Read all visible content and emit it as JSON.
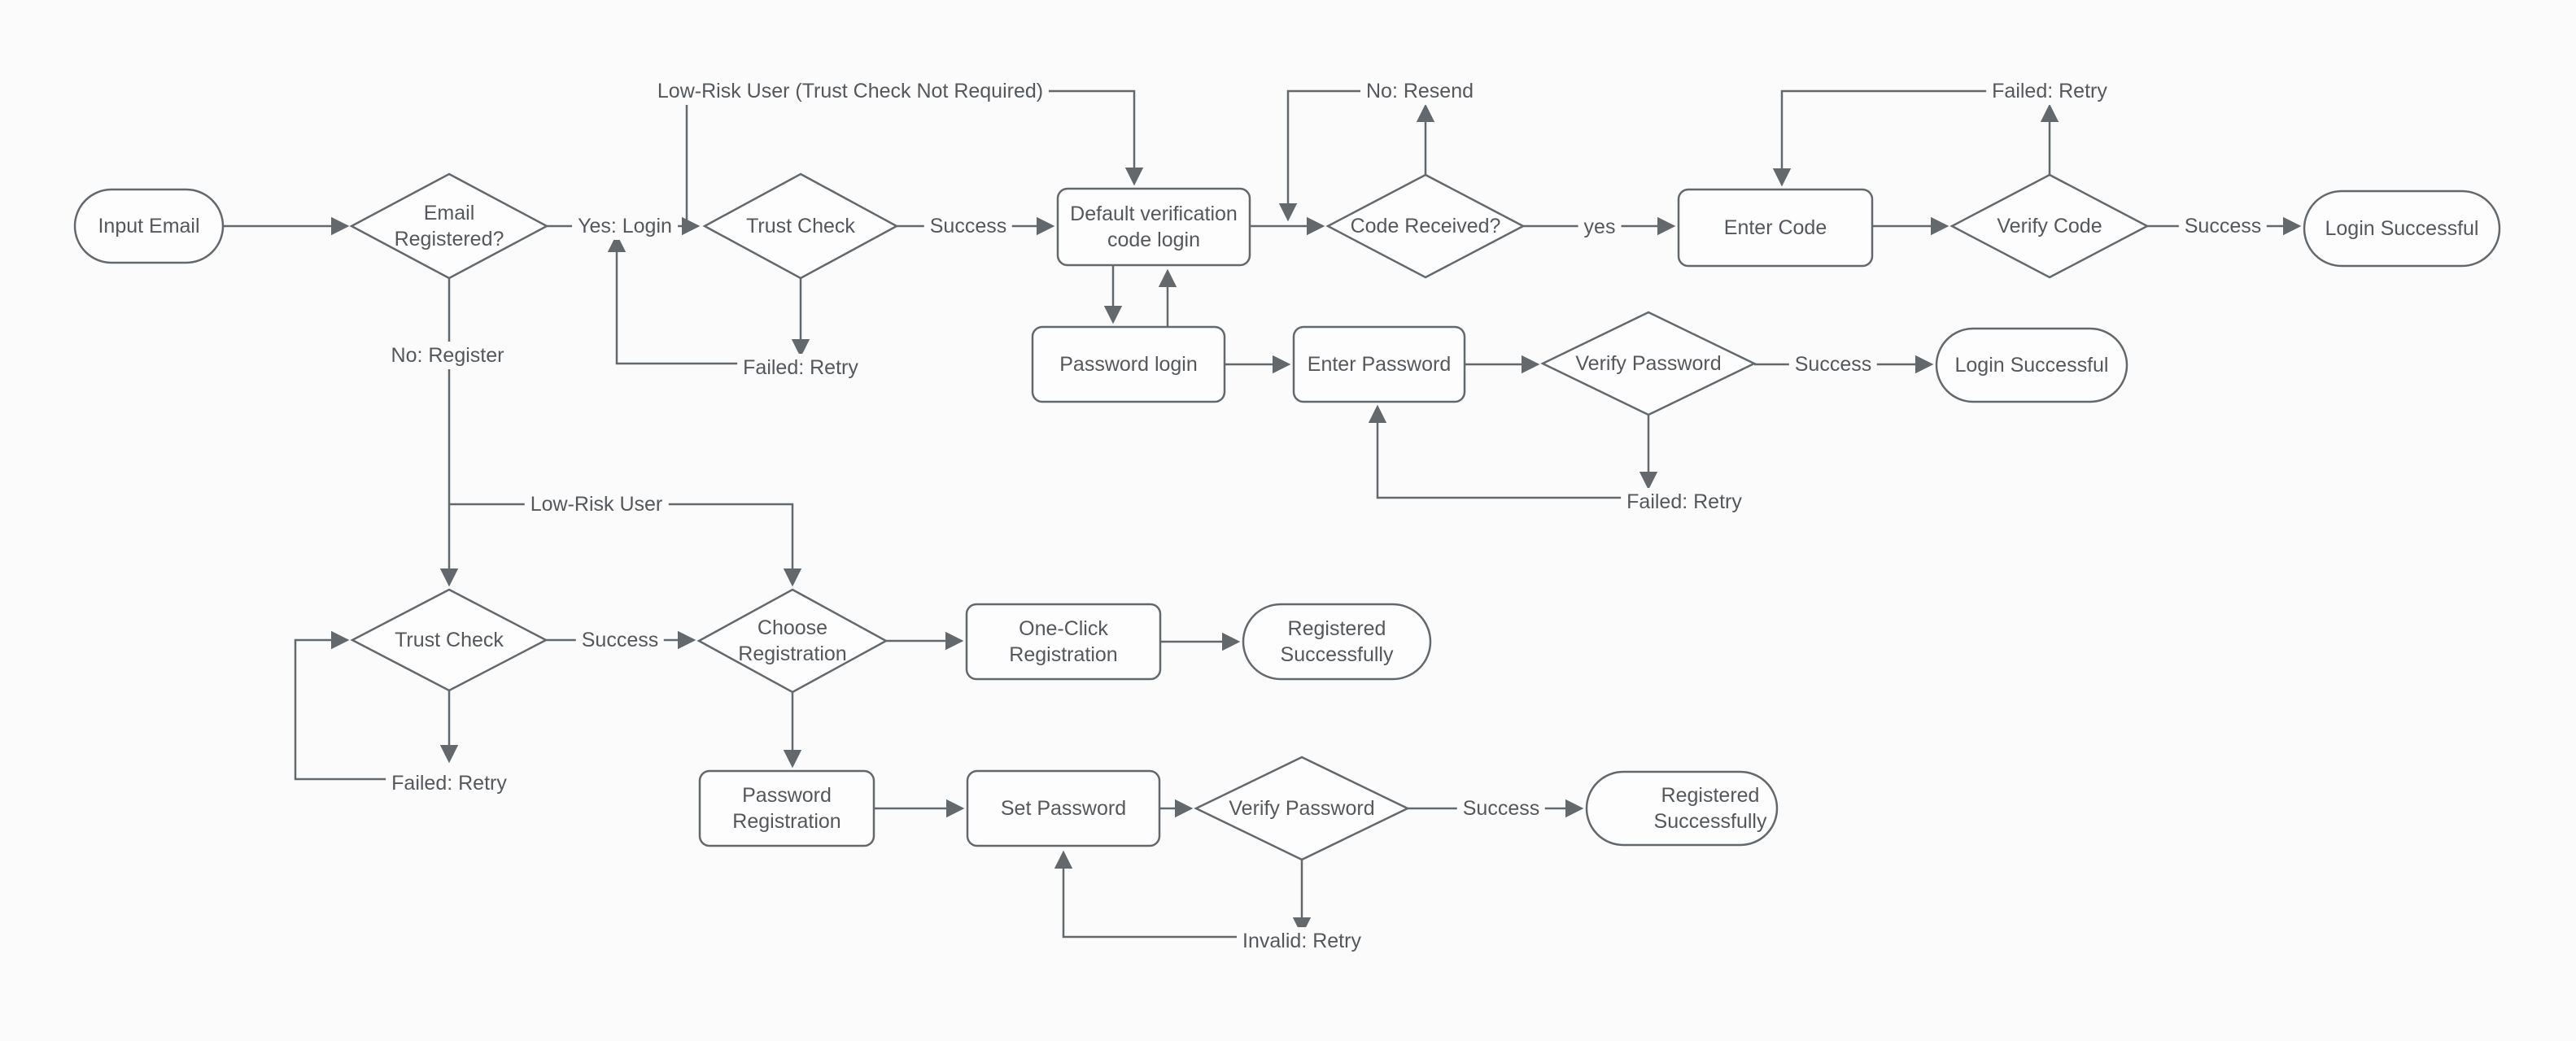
{
  "flowchart": {
    "colors": {
      "stroke": "#63686d",
      "text": "#54585c",
      "bg": "#fbfbfb",
      "fill": "#fdfdfd"
    },
    "nodes": {
      "input_email": {
        "label": "Input Email",
        "type": "terminal"
      },
      "email_registered": {
        "label": "Email Registered?",
        "type": "decision"
      },
      "trust_check_login": {
        "label": "Trust Check",
        "type": "decision"
      },
      "default_verification": {
        "label": "Default verification code login",
        "type": "process"
      },
      "code_received": {
        "label": "Code Received?",
        "type": "decision"
      },
      "enter_code": {
        "label": "Enter Code",
        "type": "process"
      },
      "verify_code": {
        "label": "Verify Code",
        "type": "decision"
      },
      "login_successful_code": {
        "label": "Login Successful",
        "type": "terminal"
      },
      "password_login": {
        "label": "Password login",
        "type": "process"
      },
      "enter_password": {
        "label": "Enter Password",
        "type": "process"
      },
      "verify_password_login": {
        "label": "Verify Password",
        "type": "decision"
      },
      "login_successful_password": {
        "label": "Login Successful",
        "type": "terminal"
      },
      "trust_check_reg": {
        "label": "Trust Check",
        "type": "decision"
      },
      "choose_registration": {
        "label": "Choose Registration",
        "type": "decision"
      },
      "one_click_registration": {
        "label": "One-Click Registration",
        "type": "process"
      },
      "registered_successfully_oneclick": {
        "label": "Registered Successfully",
        "type": "terminal"
      },
      "password_registration": {
        "label": "Password Registration",
        "type": "process"
      },
      "set_password": {
        "label": "Set Password",
        "type": "process"
      },
      "verify_password_reg": {
        "label": "Verify Password",
        "type": "decision"
      },
      "registered_successfully_password": {
        "label": "Registered Successfully",
        "type": "terminal"
      }
    },
    "edge_labels": {
      "yes_login": "Yes: Login",
      "no_register": "No: Register",
      "success_trust_login": "Success",
      "low_risk_full": "Low-Risk User (Trust Check Not Required)",
      "no_resend": "No: Resend",
      "yes_lower": "yes",
      "failed_retry_verify_code": "Failed: Retry",
      "success_verify_code": "Success",
      "failed_retry_trust_login": "Failed: Retry",
      "success_verify_password_login": "Success",
      "failed_retry_verify_password": "Failed: Retry",
      "low_risk_short": "Low-Risk User",
      "success_trust_reg": "Success",
      "failed_retry_trust_reg": "Failed: Retry",
      "success_verify_password_reg": "Success",
      "invalid_retry": "Invalid: Retry"
    }
  }
}
